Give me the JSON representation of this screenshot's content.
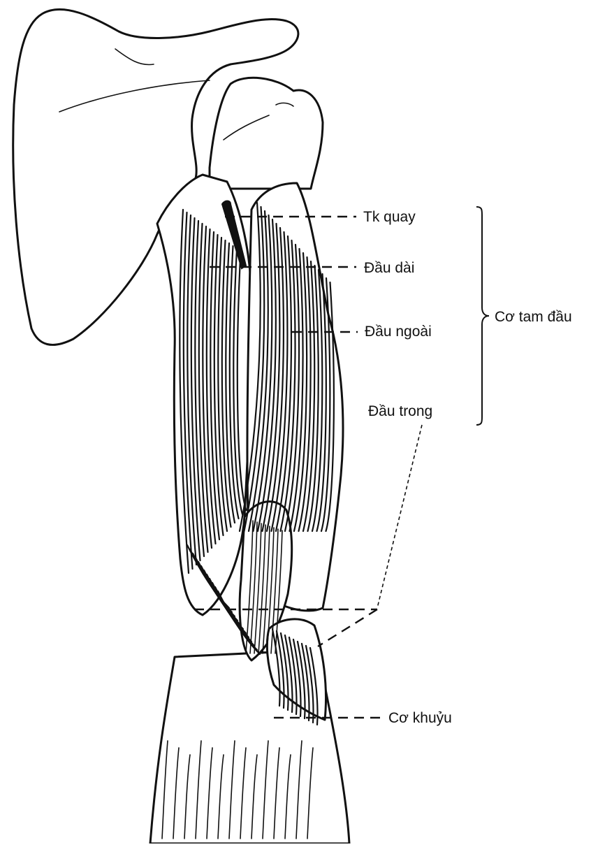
{
  "labels": {
    "radial_nerve": "Tk quay",
    "long_head": "Đầu dài",
    "lateral_head": "Đầu ngoài",
    "medial_head": "Đầu trong",
    "triceps": "Cơ tam đầu",
    "anconeus": "Cơ  khuỷu"
  }
}
